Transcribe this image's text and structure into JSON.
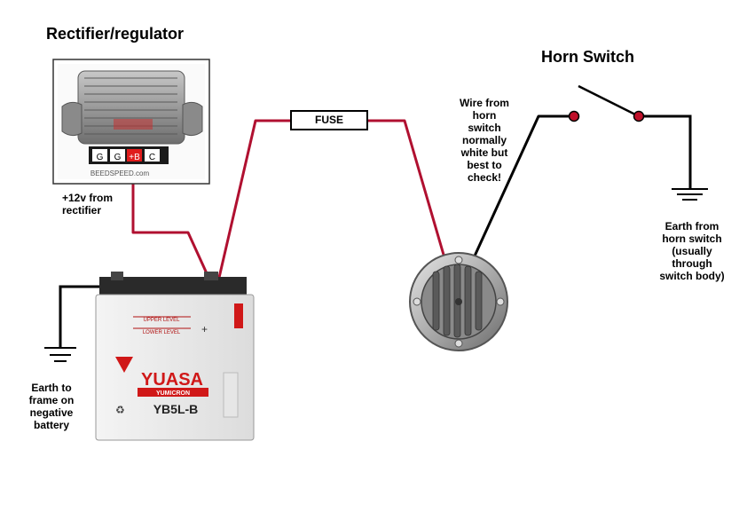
{
  "titles": {
    "rectifier": "Rectifier/regulator",
    "horn_switch": "Horn Switch"
  },
  "fuse_label": "FUSE",
  "notes": {
    "rectifier_output": [
      "+12v from",
      "rectifier"
    ],
    "wire_from_switch": [
      "Wire from",
      "horn",
      "switch",
      "normally",
      "white but",
      "best to",
      "check!"
    ],
    "earth_switch": [
      "Earth from",
      "horn switch",
      "(usually",
      "through",
      "switch body)"
    ],
    "earth_battery": [
      "Earth to",
      "frame on",
      "negative",
      "battery"
    ]
  },
  "rectifier": {
    "terminals": [
      "G",
      "G",
      "+B",
      "C"
    ],
    "brand_watermark": "BEEDSPEED.com"
  },
  "battery": {
    "brand": "YUASA",
    "subbrand": "YUMICRON",
    "model": "YB5L-B",
    "upper_level": "UPPER LEVEL",
    "lower_level": "LOWER LEVEL",
    "plus": "+"
  },
  "colors": {
    "positive_wire": "#b01030",
    "switch_wire": "#000000",
    "earth_wire": "#000000",
    "contact": "#c0102a"
  }
}
